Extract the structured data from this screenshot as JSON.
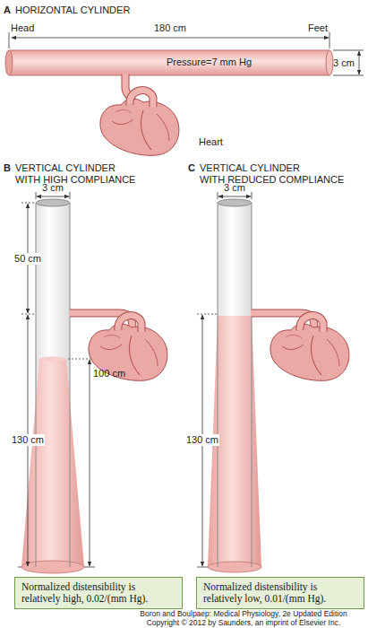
{
  "diagram": {
    "nodes": [
      {
        "text": [
          "Pressure=7 mm Hg"
        ]
      },
      {
        "text": [
          "Normalized distensibility is relatively high, 0.02/(mm Hg)."
        ]
      },
      {
        "text": [
          "Normalized distensibility is relatively low, 0.01/(mm Hg)."
        ]
      }
    ],
    "labels": [
      "A",
      "HORIZONTAL CYLINDER",
      "Head",
      "180 cm",
      "Feet",
      "3 cm",
      "Heart",
      "B",
      "VERTICAL CYLINDER",
      "WITH HIGH COMPLIANCE",
      "3 cm",
      "50 cm",
      "130 cm",
      "100 cm",
      "C",
      "VERTICAL CYLINDER",
      "WITH REDUCED COMPLIANCE",
      "3 cm",
      "130 cm",
      "Boron and Boulpaep: Medical Physiology, 2e Updated Edition",
      "Copyright © 2012 by Saunders, an imprint of Elsevier Inc."
    ]
  }
}
